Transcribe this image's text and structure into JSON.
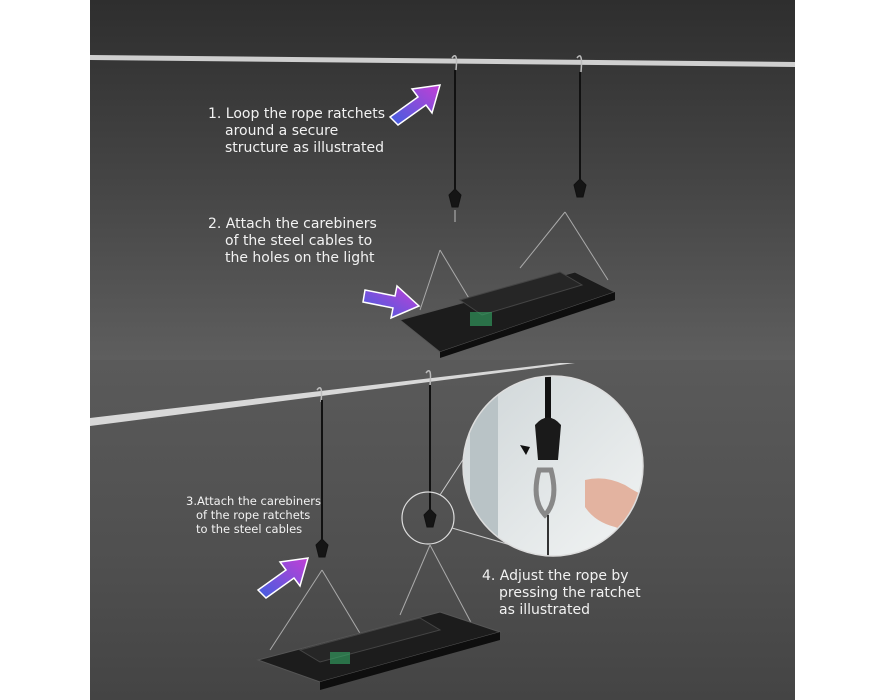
{
  "steps": [
    {
      "lines": [
        "1.  Loop the rope ratchets",
        "around a secure",
        "structure as illustrated"
      ]
    },
    {
      "lines": [
        "2. Attach the carebiners",
        "of the steel cables to",
        "the holes on the light"
      ]
    },
    {
      "lines": [
        "3.Attach the carebiners",
        "of the rope ratchets",
        "to the steel cables"
      ]
    },
    {
      "lines": [
        "4. Adjust the rope by",
        "pressing the ratchet",
        "as illustrated"
      ]
    }
  ],
  "colors": {
    "arrow_start": "#3f5fe0",
    "arrow_end": "#c23fd6",
    "text": "#f2f2f2"
  }
}
